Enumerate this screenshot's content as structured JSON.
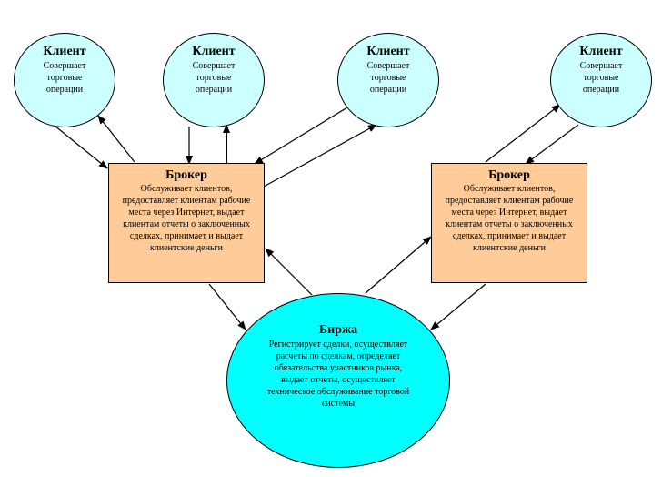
{
  "clients": [
    {
      "title": "Клиент",
      "desc": "Совершает торговые операции"
    },
    {
      "title": "Клиент",
      "desc": "Совершает торговые операции"
    },
    {
      "title": "Клиент",
      "desc": "Совершает торговые операции"
    },
    {
      "title": "Клиент",
      "desc": "Совершает торговые операции"
    }
  ],
  "brokers": [
    {
      "title": "Брокер",
      "desc": "Обслуживает клиентов, предоставляет клиентам рабочие места через Интернет, выдает клиентам отчеты о заключенных сделках, принимает и выдает клиентские деньги"
    },
    {
      "title": "Брокер",
      "desc": "Обслуживает клиентов, предоставляет клиентам рабочие места через Интернет, выдает клиентам отчеты о заключенных сделках, принимает и выдает клиентские деньги"
    }
  ],
  "exchange": {
    "title": "Биржа",
    "desc": "Регистрирует сделки, осуществляет расчеты по сделкам, определяет обязательства участников рынка, выдает отчеты, осуществляет техническое обслуживание торговой системы"
  },
  "colors": {
    "client_fill": "#ccffff",
    "broker_fill": "#ffcc99",
    "exchange_fill": "#00ffff",
    "outline": "#000000"
  }
}
